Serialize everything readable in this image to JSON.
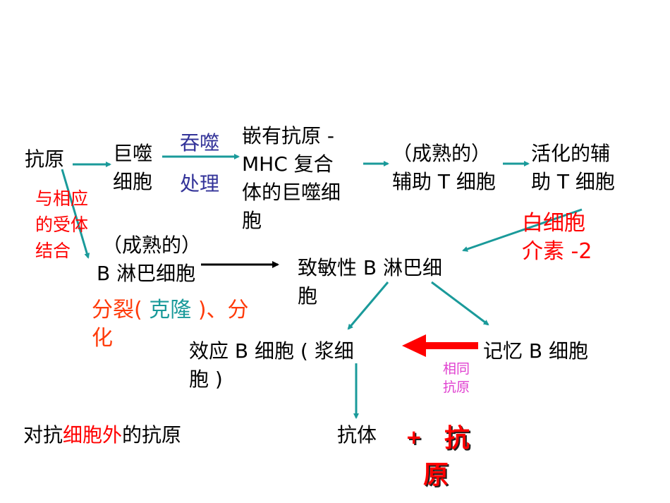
{
  "nodes": {
    "antigen": "抗原",
    "macrophage": [
      "巨噬",
      "细胞"
    ],
    "phagocytose": "吞噬",
    "process": "处理",
    "mhc_complex": [
      "嵌有抗原 -",
      "MHC 复合",
      "体的巨噬细",
      "胞"
    ],
    "helper_t": [
      "（成熟的）",
      "辅助 T 细胞"
    ],
    "activated_t": [
      "活化的辅",
      "助 T 细胞"
    ],
    "bind_receptor": [
      "与相应",
      "的受体",
      "结合"
    ],
    "mature_b": [
      "（成熟的）",
      "B 淋巴细胞"
    ],
    "sensitized_b": [
      "致敏性 B 淋巴细",
      "胞"
    ],
    "interleukin": [
      "白细胞",
      "介素 -2"
    ],
    "division_prefix": "分裂",
    "division_open": "(",
    "clone": "克隆",
    "division_rest": ")、分",
    "division_line2": "化",
    "effector_b": [
      "效应 B 细胞 ( 浆细",
      "胞 )"
    ],
    "memory_b": "记忆 B 细胞",
    "same_antigen": [
      "相同",
      "抗原"
    ],
    "target_prefix": "对抗",
    "target_highlight": "细胞外",
    "target_suffix": "的抗原",
    "antibody": "抗体",
    "plus": "+",
    "antigen_big": [
      "抗",
      "原"
    ]
  },
  "colors": {
    "arrow": "#1a9a9a",
    "accent": "#ff0000"
  }
}
